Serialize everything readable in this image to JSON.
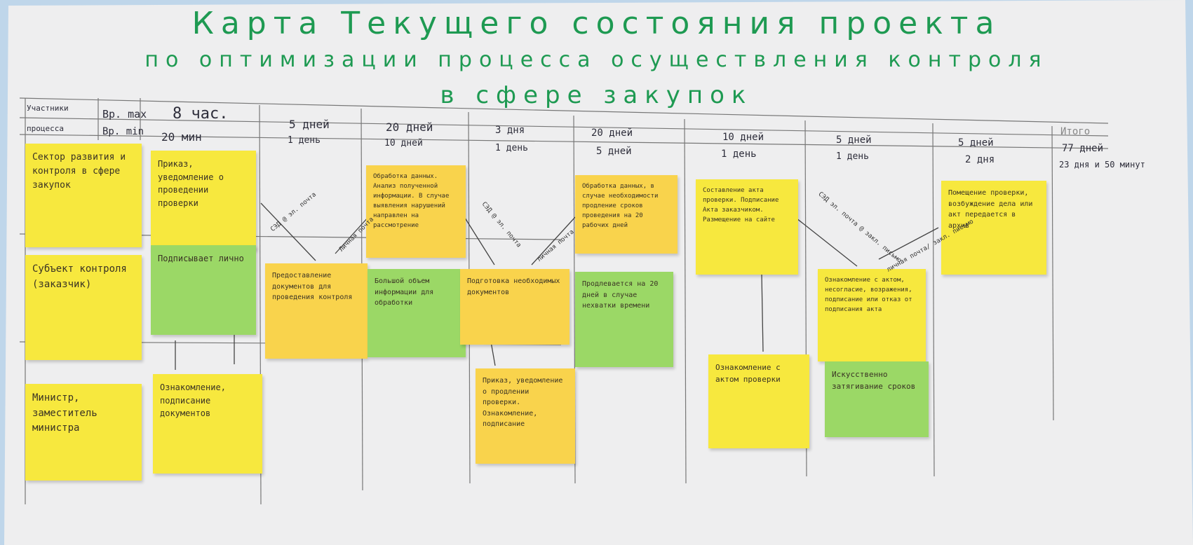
{
  "title": {
    "line1": "Карта Текущего состояния проекта",
    "line2": "по оптимизации процесса осуществления контроля",
    "line3": "в сфере закупок"
  },
  "header": {
    "participants": "Участники",
    "process": "процесса",
    "time_max": "Вр. max",
    "time_min": "Вр. min",
    "itogo": "Итого",
    "itogo_max": "77 дней",
    "itogo_min": "23 дня и 50 минут"
  },
  "columns": [
    {
      "max": "8 час.",
      "min": "20 мин"
    },
    {
      "max": "5 дней",
      "min": "1 день"
    },
    {
      "max": "20 дней",
      "min": "10 дней"
    },
    {
      "max": "3 дня",
      "min": "1 день"
    },
    {
      "max": "20 дней",
      "min": "5 дней"
    },
    {
      "max": "10 дней",
      "min": "1 день"
    },
    {
      "max": "5 дней",
      "min": "1 день"
    },
    {
      "max": "5 дней",
      "min": "2 дня"
    }
  ],
  "roles": [
    "Сектор развития и контроля в сфере закупок",
    "Субъект контроля (заказчик)",
    "Министр, заместитель министра"
  ],
  "notes": [
    {
      "text": "Приказ, уведомление о проведении проверки",
      "color": "yellow"
    },
    {
      "text": "Подписывает лично",
      "color": "green"
    },
    {
      "text": "Ознакомление, подписание документов",
      "color": "yellow"
    },
    {
      "text": "Предоставление документов для проведения контроля",
      "color": "orange"
    },
    {
      "text": "Обработка данных. Анализ полученной информации. В случае выявления нарушений направлен на рассмотрение",
      "color": "orange"
    },
    {
      "text": "Большой объем информации для обработки",
      "color": "green"
    },
    {
      "text": "Подготовка необходимых документов",
      "color": "orange"
    },
    {
      "text": "Приказ, уведомление о продлении проверки. Ознакомление, подписание",
      "color": "orange"
    },
    {
      "text": "Обработка данных, в случае необходимости продление сроков проведения на 20 рабочих дней",
      "color": "orange"
    },
    {
      "text": "Продлевается на 20 дней в случае нехватки времени",
      "color": "green"
    },
    {
      "text": "Составление акта проверки. Подписание Акта заказчиком. Размещение на сайте",
      "color": "yellow"
    },
    {
      "text": "Ознакомление с актом проверки",
      "color": "yellow"
    },
    {
      "text": "Ознакомление с актом, несогласие, возражения, подписание или отказ от подписания акта",
      "color": "yellow"
    },
    {
      "text": "Искусственно затягивание сроков",
      "color": "green"
    },
    {
      "text": "Помещение проверки, возбуждение дела или акт передается в архив",
      "color": "yellow"
    }
  ],
  "arrow_labels": [
    "СЭД @ эл. почта",
    "Личная почта",
    "СЭД @ эл. почта",
    "личная почта",
    "СЭД эл. почта @ закл. письмо",
    "личная почта/ закл. письмо"
  ]
}
